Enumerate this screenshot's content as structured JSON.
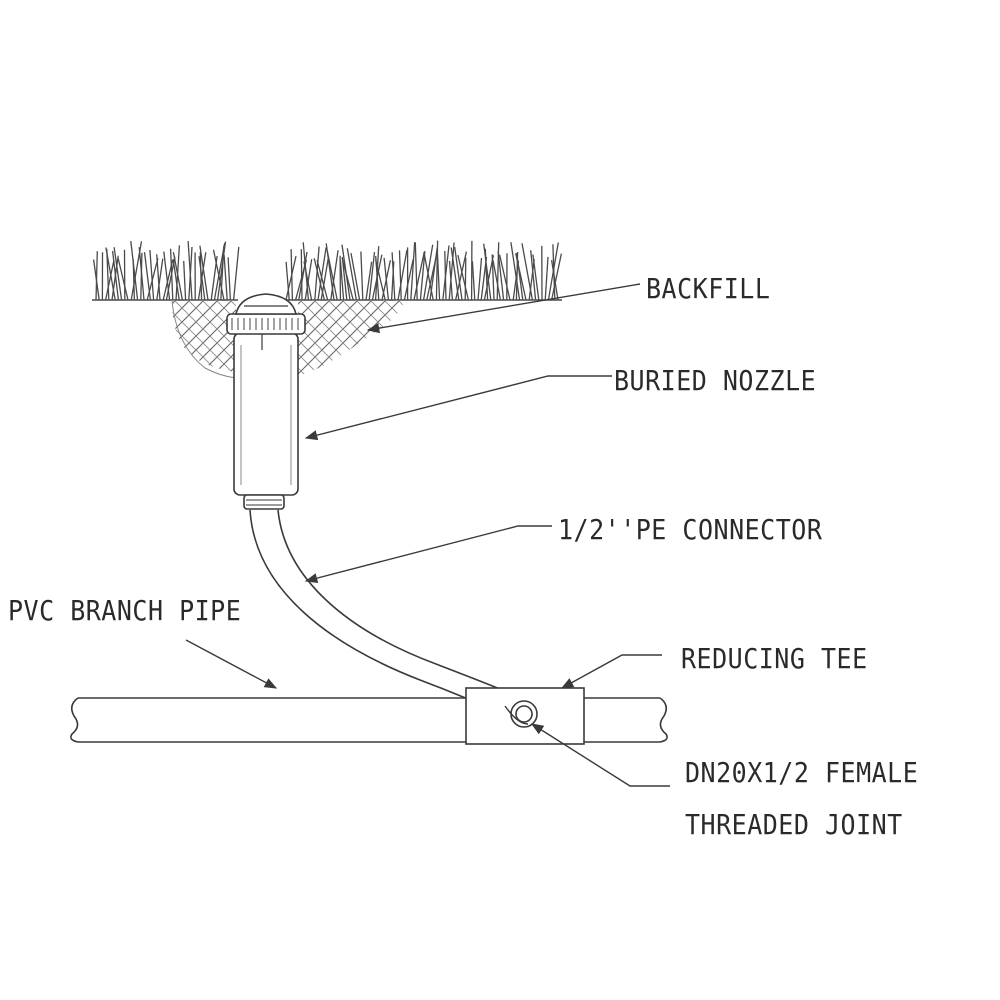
{
  "labels": {
    "backfill": "BACKFILL",
    "buried_nozzle": "BURIED NOZZLE",
    "pe_connector": "1/2''PE CONNECTOR",
    "pvc_branch_pipe": "PVC BRANCH PIPE",
    "reducing_tee": "REDUCING TEE",
    "joint_line1": "DN20X1/2 FEMALE",
    "joint_line2": "THREADED JOINT"
  },
  "colors": {
    "line": "#3a3a3a",
    "background": "#ffffff"
  }
}
